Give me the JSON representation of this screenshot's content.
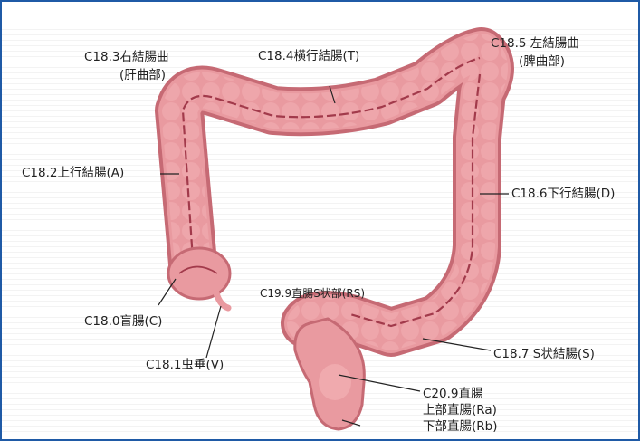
{
  "colors": {
    "frame": "#1f5aa6",
    "tissue": "#e99aa0",
    "tissue_dark": "#c66a74",
    "seam": "#a23a4b",
    "leader": "#222222"
  },
  "labels": {
    "hepatic_flexure_line1": "C18.3右結腸曲",
    "hepatic_flexure_line2": "(肝曲部)",
    "transverse": "C18.4横行結腸(T)",
    "splenic_flexure_line1": "C18.5 左結腸曲",
    "splenic_flexure_line2": "(脾曲部)",
    "ascending": "C18.2上行結腸(A)",
    "descending": "C18.6下行結腸(D)",
    "rectosigmoid": "C19.9直腸S状部(RS)",
    "cecum": "C18.0盲腸(C)",
    "sigmoid": "C18.7 S状結腸(S)",
    "appendix": "C18.1虫垂(V)",
    "rectum_line1": "C20.9直腸",
    "rectum_line2": "上部直腸(Ra)",
    "rectum_line3": "下部直腸(Rb)"
  }
}
